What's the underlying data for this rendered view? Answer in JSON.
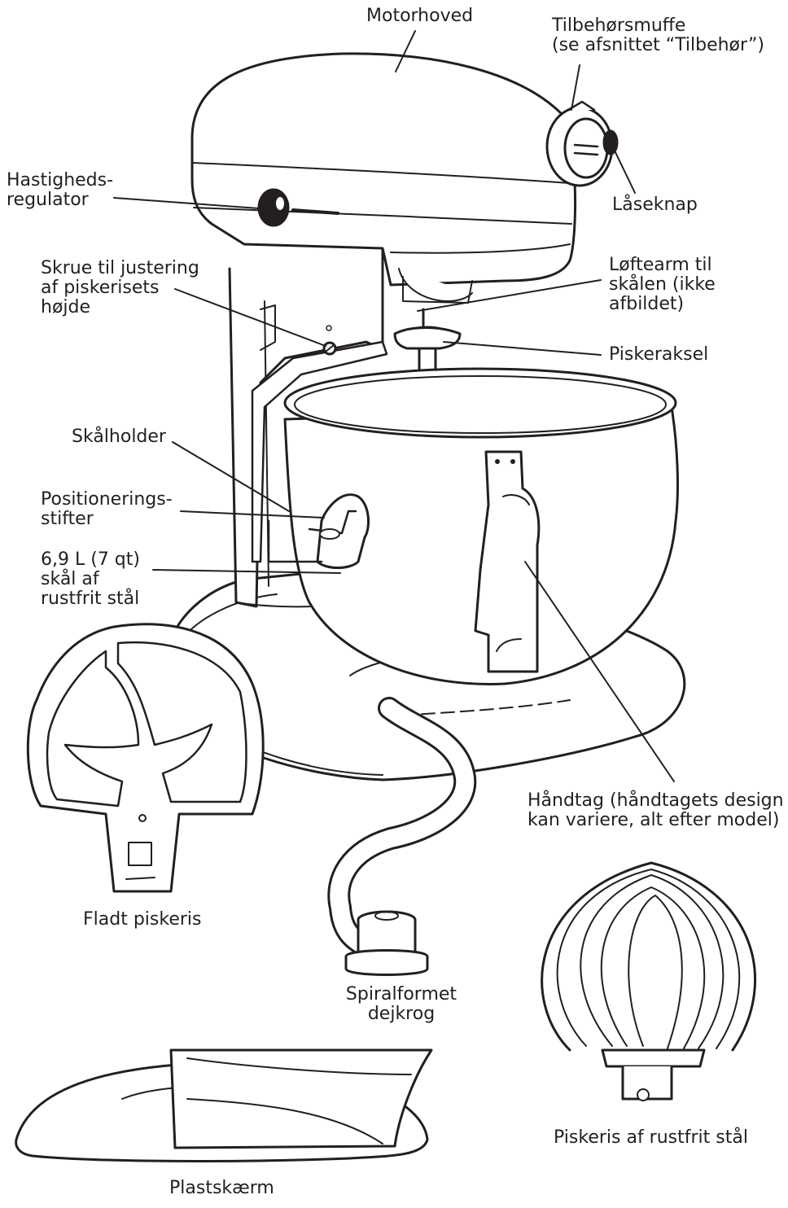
{
  "labels": {
    "motorhoved": "Motorhoved",
    "tilbehorsmuffe": [
      "Tilbehørsmuffe",
      "(se afsnittet “Tilbehør”)"
    ],
    "laseknap": "Låseknap",
    "hastighedsregulator": [
      "Hastigheds-",
      "regulator"
    ],
    "skrue": [
      "Skrue til justering",
      "af piskerisets",
      "højde"
    ],
    "loftearm": [
      "Løftearm til",
      "skålen (ikke",
      "afbildet)"
    ],
    "piskeraksel": "Piskeraksel",
    "skalholder": "Skålholder",
    "positioneringsstifter": [
      "Positionerings-",
      "stifter"
    ],
    "skal": [
      "6,9 L (7 qt)",
      "skål af",
      "rustfrit stål"
    ],
    "handtag": [
      "Håndtag (håndtagets design",
      "kan variere, alt efter model)"
    ],
    "fladt_piskeris": "Fladt piskeris",
    "dejkrog": [
      "Spiralformet",
      "dejkrog"
    ],
    "piskeris_rustfrit": "Piskeris af rustfrit stål",
    "plastskaerm": "Plastskærm"
  },
  "colors": {
    "ink": "#231f20",
    "paper": "#ffffff"
  }
}
